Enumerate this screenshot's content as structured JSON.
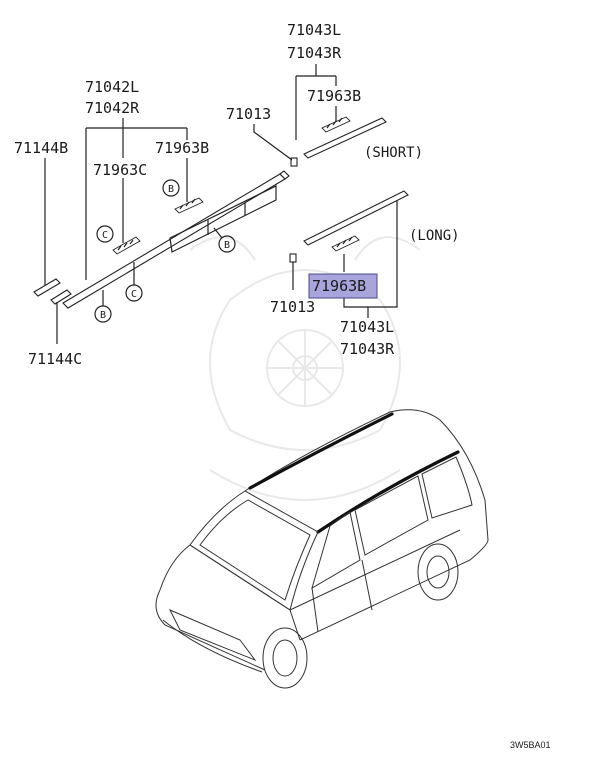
{
  "labels": {
    "p71043L_top": "71043L",
    "p71043R_top": "71043R",
    "p71042L": "71042L",
    "p71042R": "71042R",
    "p71963B_top": "71963B",
    "p71013_top": "71013",
    "p71144B": "71144B",
    "p71963C": "71963C",
    "p71963B_mid": "71963B",
    "p71963B_highlight": "71963B",
    "p71013_bottom": "71013",
    "p71043L_bottom": "71043L",
    "p71043R_bottom": "71043R",
    "p71144C": "71144C"
  },
  "notes": {
    "short": "(SHORT)",
    "long": "(LONG)"
  },
  "callouts": {
    "b1": "B",
    "b2": "B",
    "b3": "B",
    "c1": "C",
    "c2": "C"
  },
  "figure_code": "3W5BA01",
  "colors": {
    "highlight_fill": "#a8a4dc",
    "highlight_border": "#4a4a8a",
    "line": "#222222",
    "watermark": "#e9e9e9"
  }
}
